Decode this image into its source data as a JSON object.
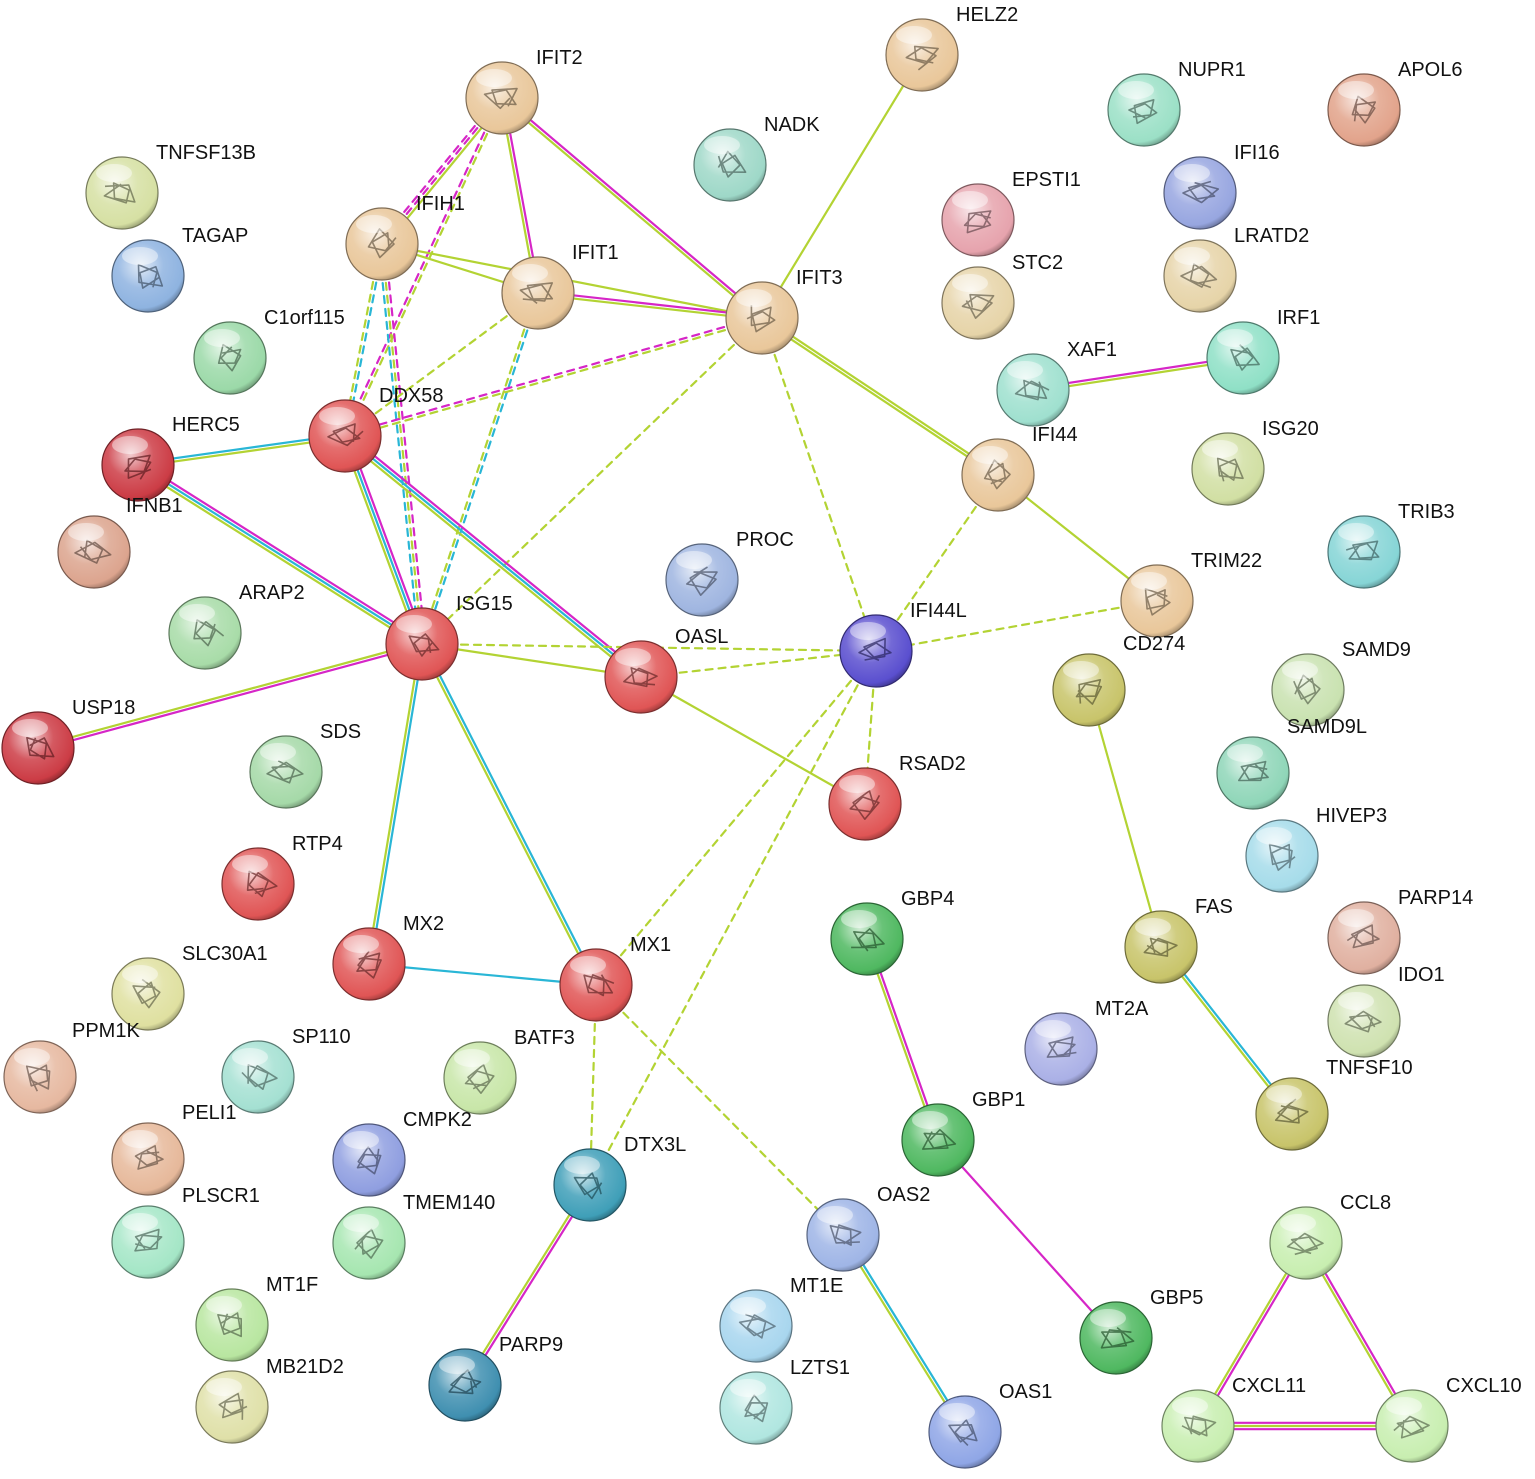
{
  "nodes": [
    {
      "id": "IFIT2",
      "color": "#e9c79a"
    },
    {
      "id": "HELZ2",
      "color": "#e9c79a"
    },
    {
      "id": "NUPR1",
      "color": "#9be0c6"
    },
    {
      "id": "APOL6",
      "color": "#e2a38b"
    },
    {
      "id": "NADK",
      "color": "#9ed8c8"
    },
    {
      "id": "TNFSF13B",
      "color": "#d6e0a3"
    },
    {
      "id": "IFI16",
      "color": "#97a6e0"
    },
    {
      "id": "EPSTI1",
      "color": "#e6a3ad"
    },
    {
      "id": "IFIH1",
      "color": "#e9c79a"
    },
    {
      "id": "TAGAP",
      "color": "#8eb3e0"
    },
    {
      "id": "LRATD2",
      "color": "#e6d4a8"
    },
    {
      "id": "IFIT1",
      "color": "#e9c79a"
    },
    {
      "id": "STC2",
      "color": "#e6d4a8"
    },
    {
      "id": "IFIT3",
      "color": "#e9c79a"
    },
    {
      "id": "C1orf115",
      "color": "#9bd9a8"
    },
    {
      "id": "IRF1",
      "color": "#8fe0c6"
    },
    {
      "id": "XAF1",
      "color": "#9fe0cf"
    },
    {
      "id": "DDX58",
      "color": "#e05555"
    },
    {
      "id": "HERC5",
      "color": "#cc3c45"
    },
    {
      "id": "IFI44",
      "color": "#e9c79a"
    },
    {
      "id": "ISG20",
      "color": "#d1dfa3"
    },
    {
      "id": "IFNB1",
      "color": "#dca48e"
    },
    {
      "id": "TRIB3",
      "color": "#86d5d6"
    },
    {
      "id": "PROC",
      "color": "#9fb5e0"
    },
    {
      "id": "TRIM22",
      "color": "#e9c79a"
    },
    {
      "id": "ARAP2",
      "color": "#a8dca8"
    },
    {
      "id": "ISG15",
      "color": "#e05555"
    },
    {
      "id": "OASL",
      "color": "#e05555"
    },
    {
      "id": "IFI44L",
      "color": "#5a4fcf"
    },
    {
      "id": "CD274",
      "color": "#c8c46a"
    },
    {
      "id": "SAMD9",
      "color": "#c9e2b0"
    },
    {
      "id": "USP18",
      "color": "#cc3c45"
    },
    {
      "id": "SDS",
      "color": "#a5d9a8"
    },
    {
      "id": "SAMD9L",
      "color": "#8fd6b8"
    },
    {
      "id": "RSAD2",
      "color": "#e05555"
    },
    {
      "id": "HIVEP3",
      "color": "#a6dcea"
    },
    {
      "id": "RTP4",
      "color": "#e05555"
    },
    {
      "id": "GBP4",
      "color": "#4fb860"
    },
    {
      "id": "FAS",
      "color": "#c8c46a"
    },
    {
      "id": "PARP14",
      "color": "#e0b0a0"
    },
    {
      "id": "MX2",
      "color": "#e05555"
    },
    {
      "id": "SLC30A1",
      "color": "#dfe0a0"
    },
    {
      "id": "MX1",
      "color": "#e05555"
    },
    {
      "id": "IDO1",
      "color": "#cfe2b0"
    },
    {
      "id": "MT2A",
      "color": "#aab0e6"
    },
    {
      "id": "BATF3",
      "color": "#c8e6a8"
    },
    {
      "id": "PPM1K",
      "color": "#e6b8a0"
    },
    {
      "id": "SP110",
      "color": "#a4e0d2"
    },
    {
      "id": "GBP1",
      "color": "#4fb860"
    },
    {
      "id": "TNFSF10",
      "color": "#c8c46a"
    },
    {
      "id": "PELI1",
      "color": "#e6b89a"
    },
    {
      "id": "CMPK2",
      "color": "#8f9ee0"
    },
    {
      "id": "DTX3L",
      "color": "#3f9fb8"
    },
    {
      "id": "OAS2",
      "color": "#9fb5e6"
    },
    {
      "id": "CCL8",
      "color": "#c8eeb0"
    },
    {
      "id": "PLSCR1",
      "color": "#a4e6c6"
    },
    {
      "id": "TMEM140",
      "color": "#a6e6b0"
    },
    {
      "id": "MT1F",
      "color": "#b8e6a0"
    },
    {
      "id": "MT1E",
      "color": "#a8d6ee"
    },
    {
      "id": "GBP5",
      "color": "#4fb860"
    },
    {
      "id": "PARP9",
      "color": "#3f8fb0"
    },
    {
      "id": "MB21D2",
      "color": "#dfe0a8"
    },
    {
      "id": "LZTS1",
      "color": "#b0e6e0"
    },
    {
      "id": "OAS1",
      "color": "#8fa6e6"
    },
    {
      "id": "CXCL11",
      "color": "#c8eeb0"
    },
    {
      "id": "CXCL10",
      "color": "#c8eeb0"
    }
  ],
  "edges": [
    {
      "source": "IFIT2",
      "target": "IFIH1",
      "kinds": [
        "text",
        "pink-dash",
        "pink-dash"
      ]
    },
    {
      "source": "IFIT2",
      "target": "DDX58",
      "kinds": [
        "text-dash",
        "pink-dash"
      ]
    },
    {
      "source": "IFIT2",
      "target": "IFIT1",
      "kinds": [
        "pink",
        "text"
      ]
    },
    {
      "source": "IFIT2",
      "target": "IFIT3",
      "kinds": [
        "pink",
        "text"
      ]
    },
    {
      "source": "HELZ2",
      "target": "IFIT3",
      "kinds": [
        "text"
      ]
    },
    {
      "source": "IFIH1",
      "target": "IFIT1",
      "kinds": [
        "text"
      ]
    },
    {
      "source": "IFIH1",
      "target": "IFIT3",
      "kinds": [
        "text"
      ]
    },
    {
      "source": "IFIH1",
      "target": "DDX58",
      "kinds": [
        "cyan-dash",
        "text-dash"
      ]
    },
    {
      "source": "IFIH1",
      "target": "ISG15",
      "kinds": [
        "pink-dash",
        "text-dash",
        "cyan-dash"
      ]
    },
    {
      "source": "IFIT1",
      "target": "IFIT3",
      "kinds": [
        "pink",
        "text"
      ]
    },
    {
      "source": "IFIT1",
      "target": "DDX58",
      "kinds": [
        "text-dash"
      ]
    },
    {
      "source": "IFIT1",
      "target": "ISG15",
      "kinds": [
        "cyan-dash",
        "text-dash"
      ]
    },
    {
      "source": "IFIT3",
      "target": "DDX58",
      "kinds": [
        "text-dash",
        "pink-dash"
      ]
    },
    {
      "source": "IFIT3",
      "target": "ISG15",
      "kinds": [
        "text-dash"
      ]
    },
    {
      "source": "IFIT3",
      "target": "IFI44",
      "kinds": [
        "text",
        "text"
      ]
    },
    {
      "source": "IFIT3",
      "target": "IFI44L",
      "kinds": [
        "text-dash"
      ]
    },
    {
      "source": "XAF1",
      "target": "IRF1",
      "kinds": [
        "pink",
        "text"
      ]
    },
    {
      "source": "HERC5",
      "target": "DDX58",
      "kinds": [
        "cyan",
        "text"
      ]
    },
    {
      "source": "HERC5",
      "target": "ISG15",
      "kinds": [
        "pink",
        "cyan",
        "text"
      ]
    },
    {
      "source": "DDX58",
      "target": "ISG15",
      "kinds": [
        "pink",
        "cyan",
        "text"
      ]
    },
    {
      "source": "DDX58",
      "target": "OASL",
      "kinds": [
        "pink",
        "cyan",
        "text"
      ]
    },
    {
      "source": "IFI44",
      "target": "TRIM22",
      "kinds": [
        "text"
      ]
    },
    {
      "source": "IFI44",
      "target": "IFI44L",
      "kinds": [
        "text-dash"
      ]
    },
    {
      "source": "TRIM22",
      "target": "IFI44L",
      "kinds": [
        "text-dash"
      ]
    },
    {
      "source": "ISG15",
      "target": "USP18",
      "kinds": [
        "pink",
        "text"
      ]
    },
    {
      "source": "ISG15",
      "target": "OASL",
      "kinds": [
        "text"
      ]
    },
    {
      "source": "ISG15",
      "target": "IFI44L",
      "kinds": [
        "text-dash"
      ]
    },
    {
      "source": "ISG15",
      "target": "MX2",
      "kinds": [
        "cyan",
        "text"
      ]
    },
    {
      "source": "ISG15",
      "target": "MX1",
      "kinds": [
        "cyan",
        "text"
      ]
    },
    {
      "source": "OASL",
      "target": "IFI44L",
      "kinds": [
        "text-dash"
      ]
    },
    {
      "source": "OASL",
      "target": "RSAD2",
      "kinds": [
        "text"
      ]
    },
    {
      "source": "IFI44L",
      "target": "RSAD2",
      "kinds": [
        "text-dash"
      ]
    },
    {
      "source": "IFI44L",
      "target": "MX1",
      "kinds": [
        "text-dash"
      ]
    },
    {
      "source": "IFI44L",
      "target": "DTX3L",
      "kinds": [
        "text-dash"
      ]
    },
    {
      "source": "CD274",
      "target": "FAS",
      "kinds": [
        "text"
      ]
    },
    {
      "source": "MX2",
      "target": "MX1",
      "kinds": [
        "cyan"
      ]
    },
    {
      "source": "MX1",
      "target": "DTX3L",
      "kinds": [
        "text-dash"
      ]
    },
    {
      "source": "MX1",
      "target": "OAS2",
      "kinds": [
        "text-dash"
      ]
    },
    {
      "source": "GBP4",
      "target": "GBP1",
      "kinds": [
        "pink",
        "text"
      ]
    },
    {
      "source": "GBP1",
      "target": "GBP5",
      "kinds": [
        "pink"
      ]
    },
    {
      "source": "FAS",
      "target": "TNFSF10",
      "kinds": [
        "cyan",
        "text"
      ]
    },
    {
      "source": "DTX3L",
      "target": "PARP9",
      "kinds": [
        "pink",
        "text"
      ]
    },
    {
      "source": "OAS2",
      "target": "OAS1",
      "kinds": [
        "cyan",
        "text"
      ]
    },
    {
      "source": "CCL8",
      "target": "CXCL11",
      "kinds": [
        "pink",
        "text"
      ]
    },
    {
      "source": "CCL8",
      "target": "CXCL10",
      "kinds": [
        "pink",
        "text"
      ]
    },
    {
      "source": "CXCL11",
      "target": "CXCL10",
      "kinds": [
        "pink",
        "text",
        "pink"
      ]
    }
  ],
  "edge_colors": {
    "text": "#b3d333",
    "text-dash": "#b3d333",
    "pink": "#d626c7",
    "pink-dash": "#d626c7",
    "cyan": "#29b6d6",
    "cyan-dash": "#29b6d6"
  }
}
